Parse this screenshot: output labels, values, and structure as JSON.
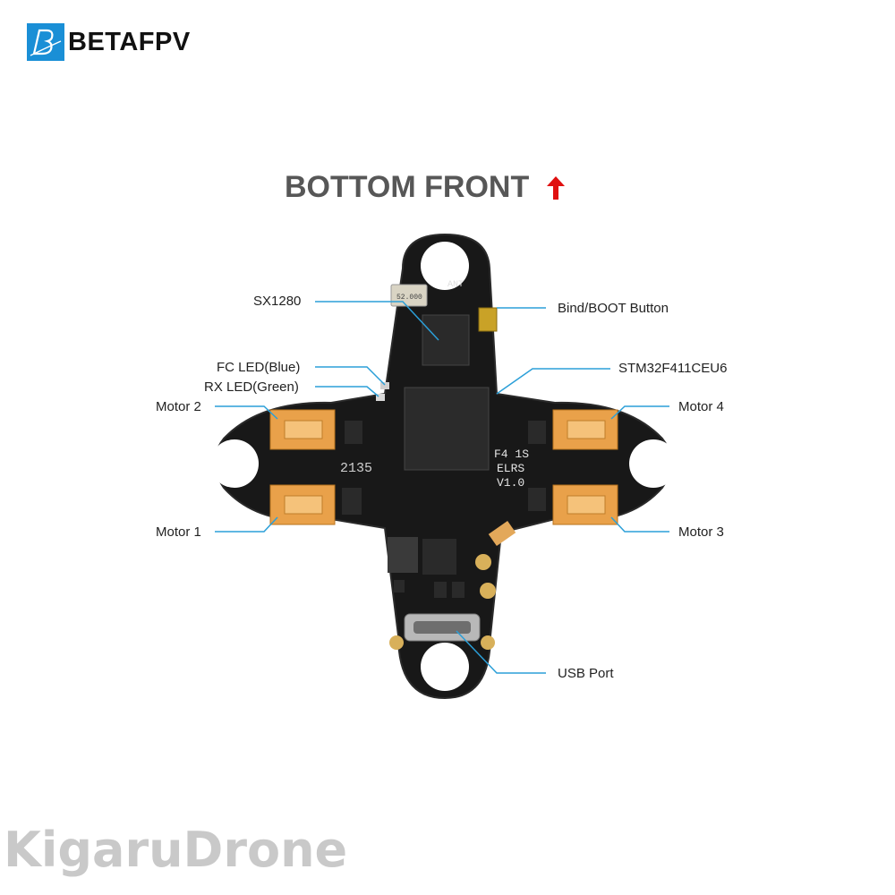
{
  "brand": {
    "name": "BETAFPV",
    "color": "#1a8fd6"
  },
  "heading": {
    "text": "BOTTOM FRONT",
    "arrow_icon": "up-arrow-icon",
    "arrow_color": "#e01010"
  },
  "board": {
    "silkscreen_number": "2135",
    "silkscreen_label": [
      "F4 1S",
      "ELRS",
      "V1.0"
    ],
    "antenna_label": "ANT",
    "crystal_label": "52.000"
  },
  "callouts": {
    "sx1280": "SX1280",
    "bind_boot": "Bind/BOOT Button",
    "fc_led": "FC LED(Blue)",
    "rx_led": "RX LED(Green)",
    "stm32": "STM32F411CEU6",
    "motor2": "Motor 2",
    "motor4": "Motor 4",
    "motor1": "Motor 1",
    "motor3": "Motor 3",
    "usb": "USB Port"
  },
  "callout_line_color": "#2b9fd8",
  "watermark": "KigaruDrone"
}
